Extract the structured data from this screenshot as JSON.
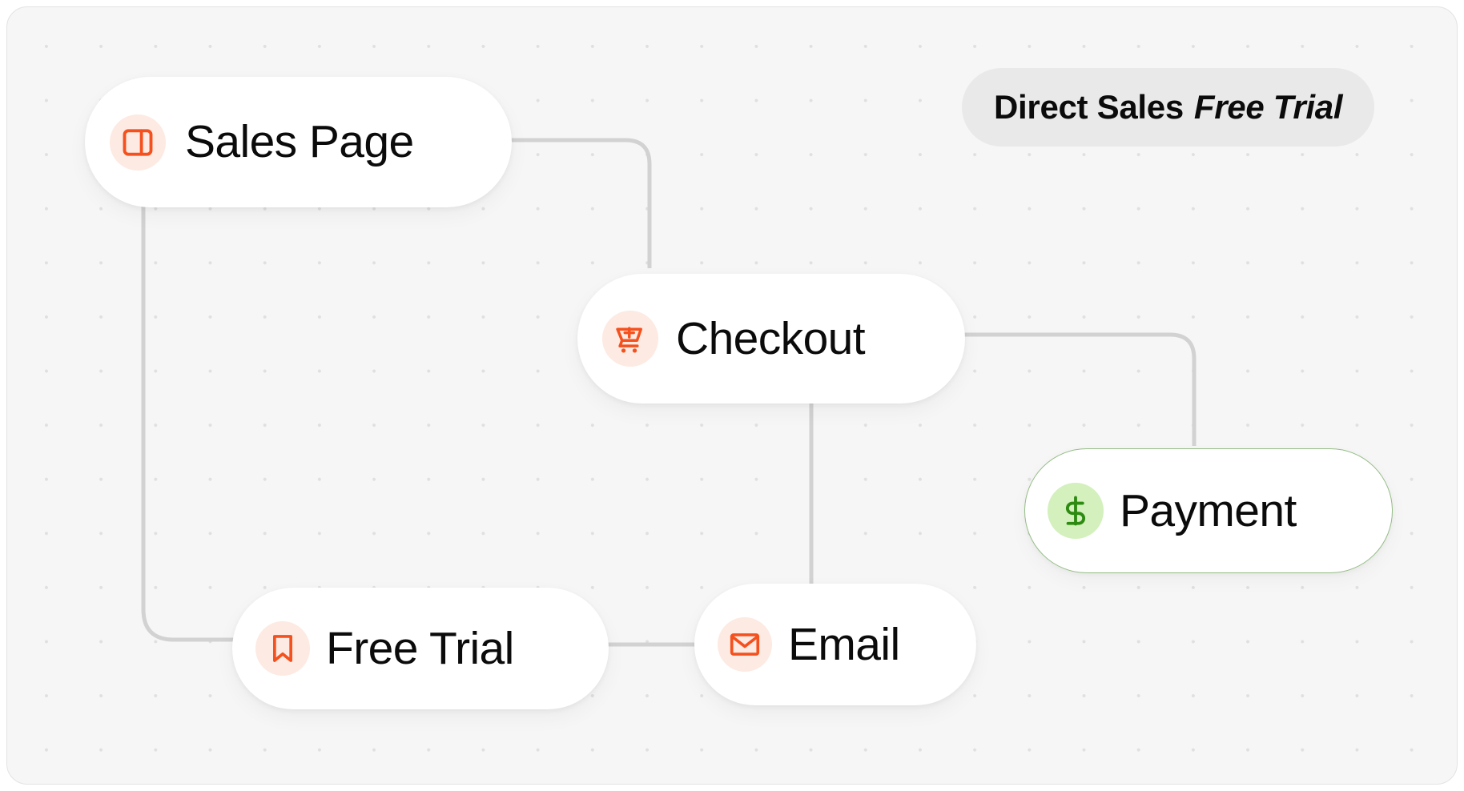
{
  "canvas": {
    "background_color": "#f6f6f6",
    "dot_color": "#e0e0e0",
    "border_color": "#e3e3e3"
  },
  "badge": {
    "primary_text": "Direct Sales",
    "secondary_text": "Free Trial",
    "background_color": "#e9e9e9",
    "text_color": "#0b0b0b"
  },
  "theme": {
    "accent_orange": "#f4511e",
    "accent_orange_soft": "#fdeae2",
    "accent_green": "#2e8b12",
    "accent_green_soft": "#d3f0bd",
    "accent_green_border": "#94bd84",
    "edge_color": "#d2d2d2",
    "node_background": "#ffffff",
    "label_color": "#0b0b0b"
  },
  "nodes": [
    {
      "id": "sales-page",
      "label": "Sales Page",
      "icon": "layout-panel-icon",
      "icon_color": "#f4511e",
      "icon_background": "#fdeae2",
      "state": "default"
    },
    {
      "id": "checkout",
      "label": "Checkout",
      "icon": "cart-plus-icon",
      "icon_color": "#f4511e",
      "icon_background": "#fdeae2",
      "state": "default"
    },
    {
      "id": "payment",
      "label": "Payment",
      "icon": "dollar-sign-icon",
      "icon_color": "#2e8b12",
      "icon_background": "#d3f0bd",
      "state": "highlighted"
    },
    {
      "id": "free-trial",
      "label": "Free Trial",
      "icon": "bookmark-icon",
      "icon_color": "#f4511e",
      "icon_background": "#fdeae2",
      "state": "default"
    },
    {
      "id": "email",
      "label": "Email",
      "icon": "envelope-icon",
      "icon_color": "#f4511e",
      "icon_background": "#fdeae2",
      "state": "default"
    }
  ],
  "edges": [
    {
      "id": "sales-page-to-checkout",
      "from": "sales-page",
      "to": "checkout"
    },
    {
      "id": "sales-page-to-free-trial",
      "from": "sales-page",
      "to": "free-trial"
    },
    {
      "id": "checkout-to-payment",
      "from": "checkout",
      "to": "payment"
    },
    {
      "id": "checkout-to-email",
      "from": "checkout",
      "to": "email"
    },
    {
      "id": "free-trial-to-email",
      "from": "free-trial",
      "to": "email"
    }
  ]
}
